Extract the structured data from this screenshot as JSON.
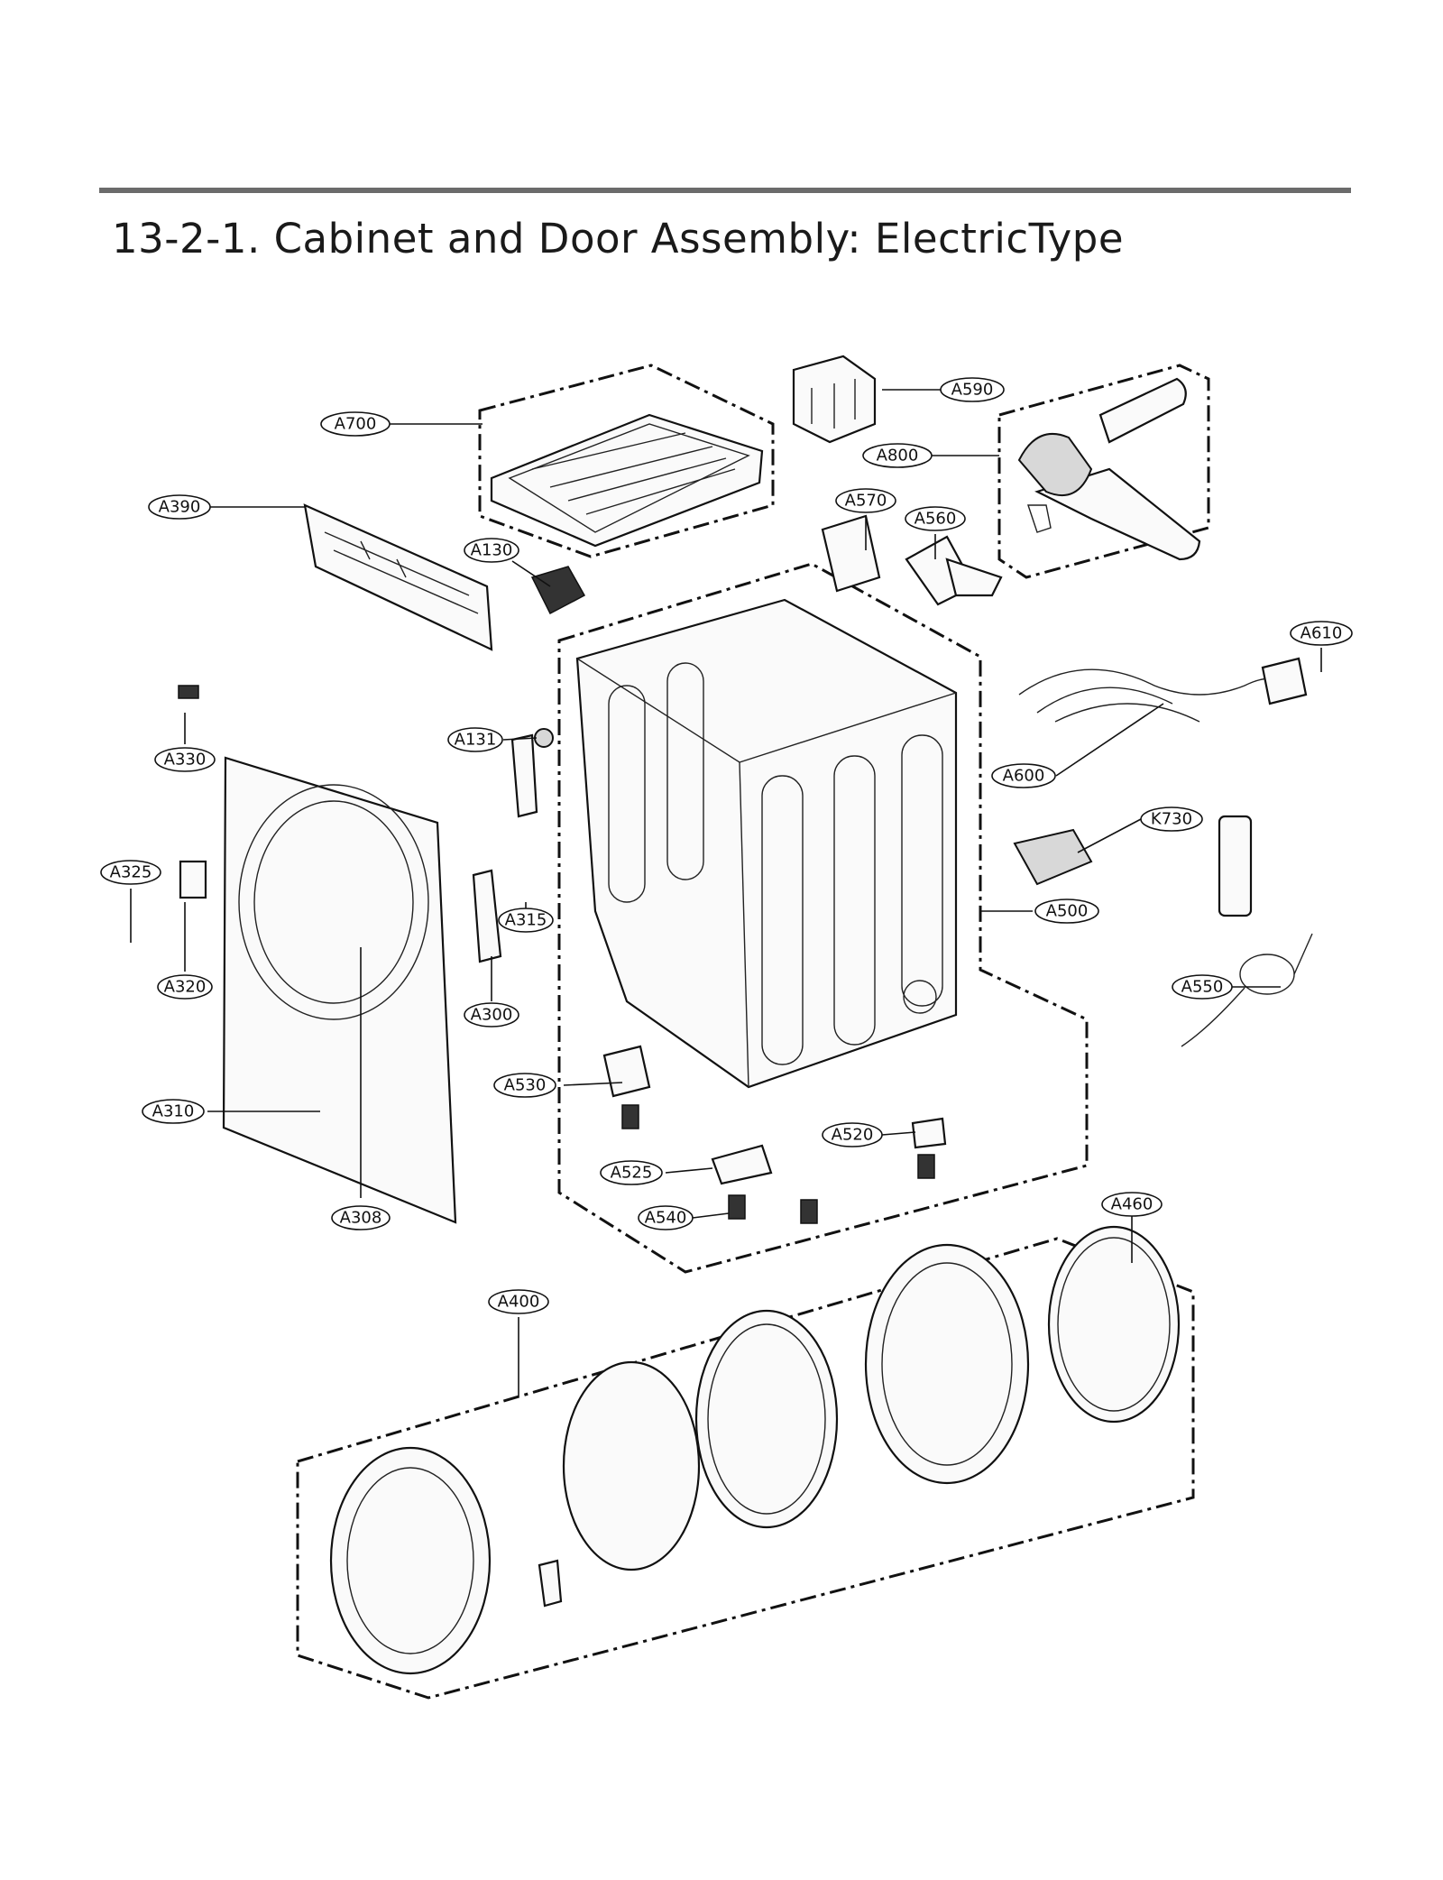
{
  "title": "13-2-1. Cabinet and Door Assembly: ElectricType",
  "callouts": [
    {
      "id": "A700",
      "label": "A700"
    },
    {
      "id": "A590",
      "label": "A590"
    },
    {
      "id": "A800",
      "label": "A800"
    },
    {
      "id": "A390",
      "label": "A390"
    },
    {
      "id": "A570",
      "label": "A570"
    },
    {
      "id": "A560",
      "label": "A560"
    },
    {
      "id": "A130",
      "label": "A130"
    },
    {
      "id": "A610",
      "label": "A610"
    },
    {
      "id": "A330",
      "label": "A330"
    },
    {
      "id": "A131",
      "label": "A131"
    },
    {
      "id": "A600",
      "label": "A600"
    },
    {
      "id": "K730",
      "label": "K730"
    },
    {
      "id": "A325",
      "label": "A325"
    },
    {
      "id": "A315",
      "label": "A315"
    },
    {
      "id": "A500",
      "label": "A500"
    },
    {
      "id": "A320",
      "label": "A320"
    },
    {
      "id": "A300",
      "label": "A300"
    },
    {
      "id": "A550",
      "label": "A550"
    },
    {
      "id": "A530",
      "label": "A530"
    },
    {
      "id": "A310",
      "label": "A310"
    },
    {
      "id": "A520",
      "label": "A520"
    },
    {
      "id": "A525",
      "label": "A525"
    },
    {
      "id": "A540",
      "label": "A540"
    },
    {
      "id": "A308",
      "label": "A308"
    },
    {
      "id": "A460",
      "label": "A460"
    },
    {
      "id": "A400",
      "label": "A400"
    }
  ]
}
